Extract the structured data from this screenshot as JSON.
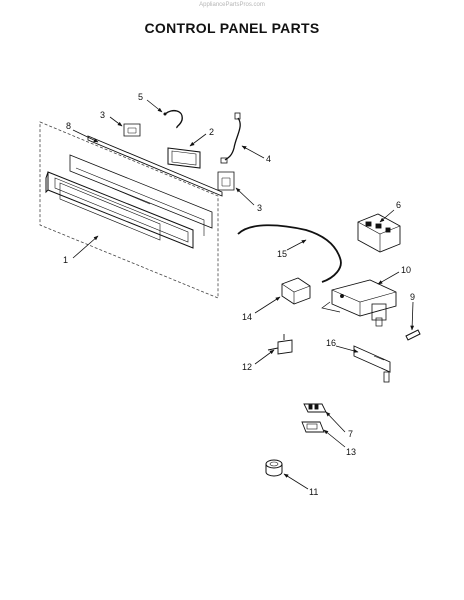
{
  "watermark": "AppliancePartsPros.com",
  "title": "CONTROL PANEL PARTS",
  "callouts": {
    "p1": "1",
    "p2": "2",
    "p3a": "3",
    "p3b": "3",
    "p4": "4",
    "p5": "5",
    "p6": "6",
    "p7": "7",
    "p8": "8",
    "p9": "9",
    "p10": "10",
    "p11": "11",
    "p12": "12",
    "p13": "13",
    "p14": "14",
    "p15": "15",
    "p16": "16"
  }
}
